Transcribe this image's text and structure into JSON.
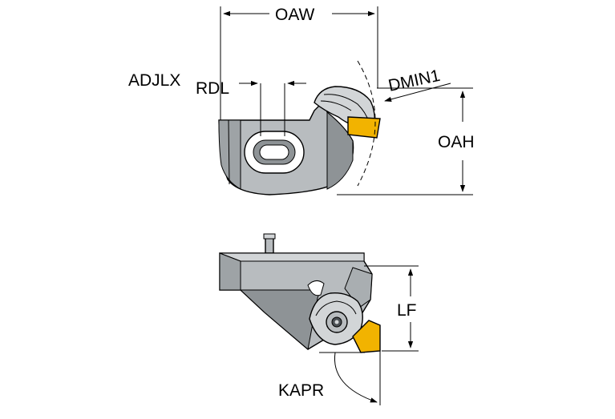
{
  "labels": {
    "oaw": "OAW",
    "adjlx": "ADJLX",
    "rdl": "RDL",
    "dmin1": "DMIN1",
    "oah": "OAH",
    "lf": "LF",
    "kapr": "KAPR"
  },
  "colors": {
    "body_light": "#c2c6c8",
    "body_mid": "#a9aeb1",
    "body_dark": "#8a8f93",
    "insert": "#f2b300",
    "line": "#000000"
  }
}
